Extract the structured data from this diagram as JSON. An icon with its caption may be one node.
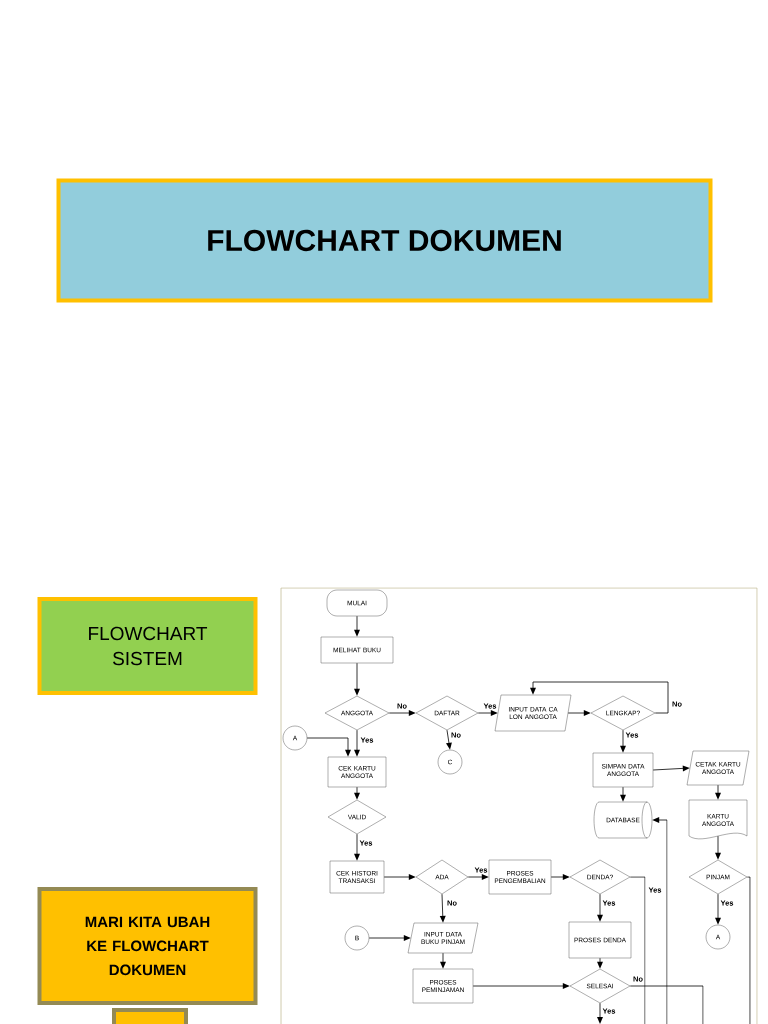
{
  "diagram": {
    "nodes": [
      {
        "text": [
          "FLOWCHART DOKUMEN"
        ]
      },
      {
        "text": [
          "FLOWCHART SISTEM"
        ]
      },
      {
        "text": [
          "MARI KITA UBAH KE FLOWCHART DOKUMEN"
        ]
      },
      {
        "text": [],
        "shape": "box"
      },
      {
        "text": [
          "MULAI"
        ]
      },
      {
        "text": [
          "MELIHAT BUKU"
        ]
      },
      {
        "text": [
          "ANGGOTA"
        ]
      },
      {
        "text": [
          "DAFTAR"
        ]
      },
      {
        "text": [
          "INPUT DATA CA LON ANGGOTA"
        ]
      },
      {
        "text": [
          "LENGKAP?"
        ]
      },
      {
        "text": [
          "A"
        ]
      },
      {
        "text": [
          "C"
        ]
      },
      {
        "text": [
          "CEK KARTU ANGGOTA"
        ]
      },
      {
        "text": [
          "SIMPAN DATA ANGGOTA"
        ]
      },
      {
        "text": [
          "CETAK KARTU ANGGOTA"
        ]
      },
      {
        "text": [
          "VALID"
        ]
      },
      {
        "text": [
          "DATABASE"
        ]
      },
      {
        "text": [
          "KARTU ANGGOTA"
        ]
      },
      {
        "text": [
          "CEK HISTORI TRANSAKSI"
        ]
      },
      {
        "text": [
          "ADA"
        ]
      },
      {
        "text": [
          "PROSES PENGEMBALIAN"
        ]
      },
      {
        "text": [
          "DENDA?"
        ]
      },
      {
        "text": [
          "PINJAM"
        ]
      },
      {
        "text": [
          "B"
        ]
      },
      {
        "text": [
          "INPUT DATA BUKU PINJAM"
        ]
      },
      {
        "text": [
          "PROSES DENDA"
        ]
      },
      {
        "text": [
          "A"
        ]
      },
      {
        "text": [
          "PROSES PEMINJAMAN"
        ]
      },
      {
        "text": [
          "SELESAI"
        ]
      }
    ],
    "edges": [
      {
        "from": 4,
        "to": 5,
        "arrow": "to"
      },
      {
        "from": 5,
        "to": 6,
        "arrow": "to"
      },
      {
        "from": 6,
        "to": 7,
        "arrow": "to",
        "label": "No"
      },
      {
        "from": 7,
        "to": 8,
        "arrow": "to",
        "label": "Yes"
      },
      {
        "from": 8,
        "to": 9,
        "arrow": "to"
      },
      {
        "from": 9,
        "to": 8,
        "arrow": "to",
        "label": "No"
      },
      {
        "from": 7,
        "to": 11,
        "arrow": "to",
        "label": "No"
      },
      {
        "from": 6,
        "to": 12,
        "arrow": "to",
        "label": "Yes"
      },
      {
        "from": 10,
        "to": 12,
        "arrow": "to"
      },
      {
        "from": 9,
        "to": 13,
        "arrow": "to",
        "label": "Yes"
      },
      {
        "from": 13,
        "to": 14,
        "arrow": "to"
      },
      {
        "from": 13,
        "to": 16,
        "arrow": "to"
      },
      {
        "from": 14,
        "to": 17,
        "arrow": "to"
      },
      {
        "from": 17,
        "to": 22,
        "arrow": "to"
      },
      {
        "from": 12,
        "to": 15,
        "arrow": "to"
      },
      {
        "from": 15,
        "to": 18,
        "arrow": "to",
        "label": "Yes"
      },
      {
        "from": 18,
        "to": 19,
        "arrow": "to"
      },
      {
        "from": 19,
        "to": 20,
        "arrow": "to",
        "label": "Yes"
      },
      {
        "from": 20,
        "to": 21,
        "arrow": "to"
      },
      {
        "from": 19,
        "to": 24,
        "arrow": "to",
        "label": "No"
      },
      {
        "from": 21,
        "to": 25,
        "arrow": "to",
        "label": "Yes"
      },
      {
        "from": 21,
        "to": null,
        "arrow": "none",
        "label": "Yes"
      },
      {
        "from": null,
        "to": 16,
        "arrow": "to"
      },
      {
        "from": 22,
        "to": 26,
        "arrow": "to",
        "label": "Yes"
      },
      {
        "from": 22,
        "to": null,
        "arrow": "none"
      },
      {
        "from": 23,
        "to": 24,
        "arrow": "to"
      },
      {
        "from": 24,
        "to": 27,
        "arrow": "to"
      },
      {
        "from": 25,
        "to": 28,
        "arrow": "to"
      },
      {
        "from": 27,
        "to": 28,
        "arrow": "to"
      },
      {
        "from": 28,
        "to": null,
        "arrow": "to",
        "label": "Yes"
      },
      {
        "from": 28,
        "to": null,
        "arrow": "none",
        "label": "No"
      }
    ]
  }
}
